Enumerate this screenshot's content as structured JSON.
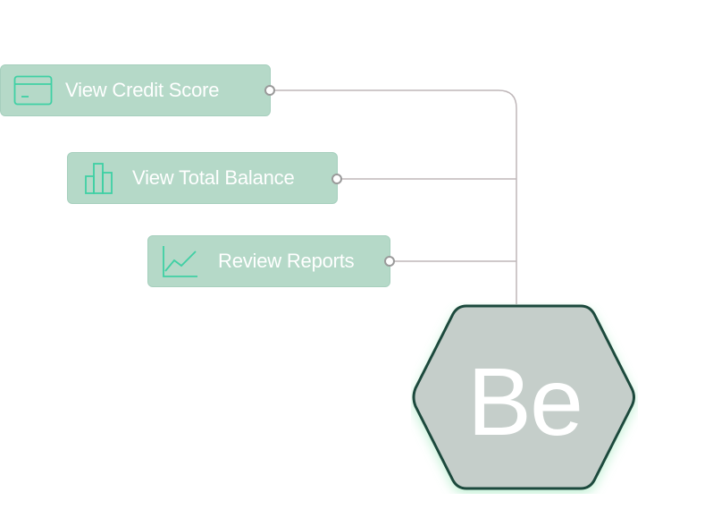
{
  "actions": [
    {
      "label": "View Credit Score",
      "icon": "credit-card-icon"
    },
    {
      "label": "View Total Balance",
      "icon": "bar-chart-icon"
    },
    {
      "label": "Review Reports",
      "icon": "line-chart-icon"
    }
  ],
  "hub": {
    "label": "Be"
  },
  "colors": {
    "card_bg": "#b5d9c8",
    "icon_stroke": "#3fd0a4",
    "connector": "#bfb7b9",
    "hex_fill": "#c5ceca",
    "hex_border": "#1e4a3c"
  }
}
